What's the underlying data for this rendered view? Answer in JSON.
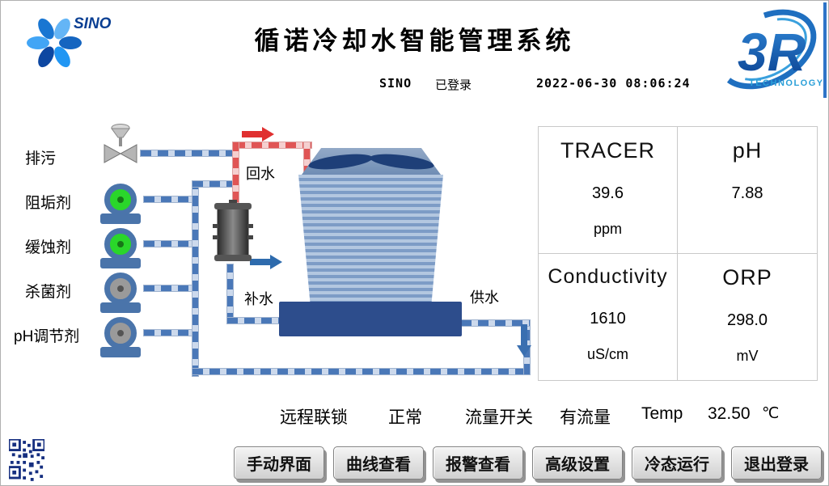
{
  "header": {
    "title": "循诺冷却水智能管理系统",
    "logo_left_text": "SINO",
    "logo_right_text": "3R",
    "logo_right_sub": "TECHNOLOGY"
  },
  "status_bar": {
    "user": "SINO",
    "login_status": "已登录",
    "datetime": "2022-06-30 08:06:24"
  },
  "chemicals": [
    {
      "label": "排污",
      "device": "valve"
    },
    {
      "label": "阻垢剂",
      "pump_state": "on"
    },
    {
      "label": "缓蚀剂",
      "pump_state": "on"
    },
    {
      "label": "杀菌剂",
      "pump_state": "off"
    },
    {
      "label": "pH调节剂",
      "pump_state": "off"
    }
  ],
  "flow_labels": {
    "return_water": "回水",
    "makeup_water": "补水",
    "supply_water": "供水"
  },
  "readings": [
    {
      "name": "TRACER",
      "value": "39.6",
      "unit": "ppm"
    },
    {
      "name": "pH",
      "value": "7.88",
      "unit": ""
    },
    {
      "name": "Conductivity",
      "value": "1610",
      "unit": "uS/cm"
    },
    {
      "name": "ORP",
      "value": "298.0",
      "unit": "mV"
    }
  ],
  "bottom_status": {
    "interlock_label": "远程联锁",
    "interlock_value": "正常",
    "flow_label": "流量开关",
    "flow_value": "有流量",
    "temp_label": "Temp",
    "temp_value": "32.50",
    "temp_unit": "℃"
  },
  "buttons": [
    "手动界面",
    "曲线查看",
    "报警查看",
    "高级设置",
    "冷态运行",
    "退出登录"
  ],
  "colors": {
    "pump_on": "#2ad62a",
    "pump_off": "#9a9a9a",
    "pipe_blue": "#4a78b8",
    "pipe_red": "#e05555",
    "tower_blue": "#7d9cc6",
    "basin_blue": "#2d4d8c"
  }
}
